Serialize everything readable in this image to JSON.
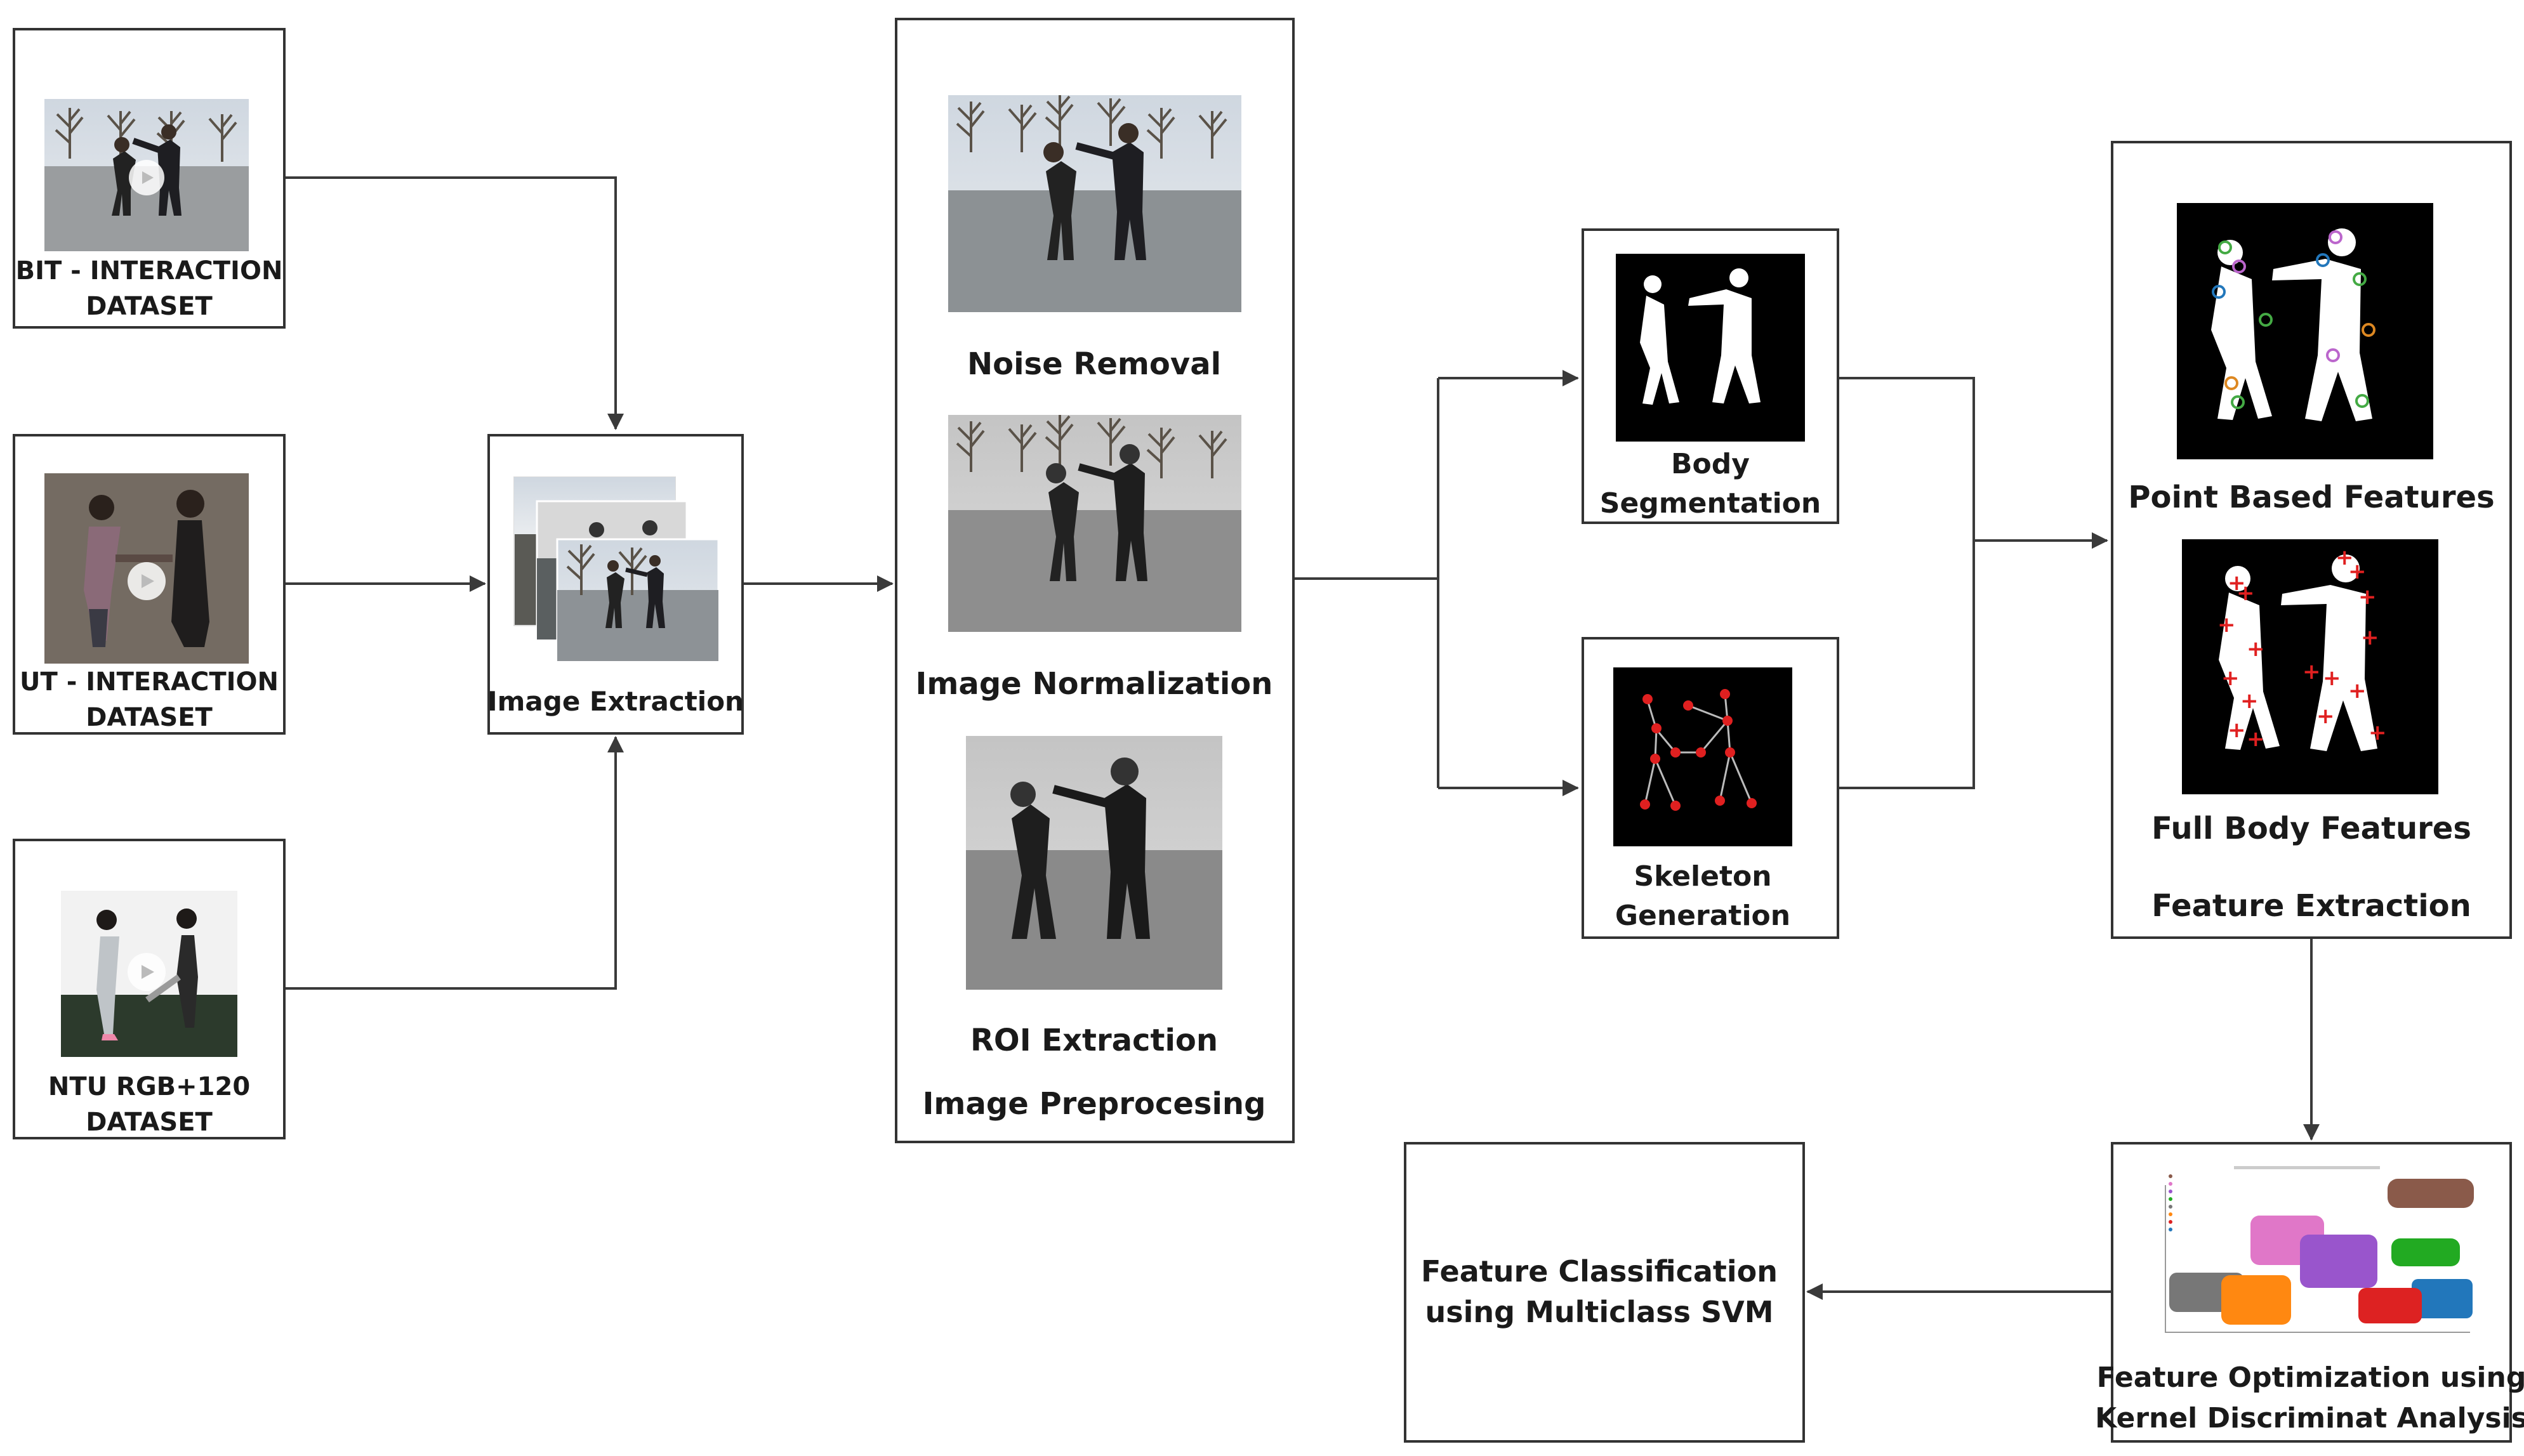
{
  "datasets": [
    {
      "line1": "BIT - INTERACTION",
      "line2": "DATASET"
    },
    {
      "line1": "UT - INTERACTION",
      "line2": "DATASET"
    },
    {
      "line1": "NTU RGB+120",
      "line2": "DATASET"
    }
  ],
  "extraction": {
    "label": "Image Extraction"
  },
  "preprocessing": {
    "steps": [
      "Noise Removal",
      "Image Normalization",
      "ROI Extraction"
    ],
    "title": "Image Preprocesing"
  },
  "segmentation": {
    "line1": "Body",
    "line2": "Segmentation"
  },
  "skeleton": {
    "line1": "Skeleton",
    "line2": "Generation"
  },
  "features": {
    "point": "Point Based Features",
    "full": "Full Body Features",
    "title": "Feature Extraction"
  },
  "optimization": {
    "line1": "Feature Optimization using",
    "line2": "Kernel Discriminat Analysis"
  },
  "classification": {
    "line1": "Feature Classification",
    "line2": "using Multiclass SVM"
  },
  "colors": {
    "background": "#ffffff",
    "box_stroke": "#333333",
    "keypoint": "#e02020",
    "clusters": [
      "#8a5a4a",
      "#e077c8",
      "#9955cc",
      "#22aa22",
      "#777777",
      "#ff8811",
      "#dd2222",
      "#2277bb"
    ]
  }
}
